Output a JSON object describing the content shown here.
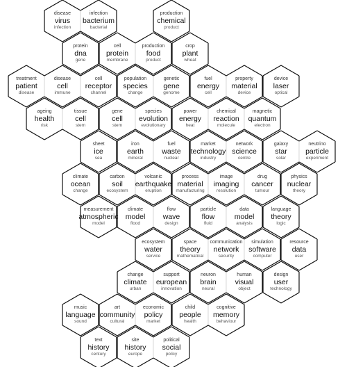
{
  "cells": [
    {
      "top": "disease",
      "main": "virus",
      "bot": "infection"
    },
    {
      "top": "infection",
      "main": "bacterium",
      "bot": "bacterial"
    },
    {
      "top": "production",
      "main": "chemical",
      "bot": "product"
    },
    {
      "top": "protein",
      "main": "dna",
      "bot": "gene"
    },
    {
      "top": "cell",
      "main": "protein",
      "bot": "membrane"
    },
    {
      "top": "production",
      "main": "food",
      "bot": "product"
    },
    {
      "top": "crop",
      "main": "plant",
      "bot": "wheat"
    },
    {
      "top": "treatment",
      "main": "patient",
      "bot": "disease"
    },
    {
      "top": "disease",
      "main": "cell",
      "bot": "immune"
    },
    {
      "top": "cell",
      "main": "receptor",
      "bot": "channel"
    },
    {
      "top": "population",
      "main": "species",
      "bot": "change"
    },
    {
      "top": "genetic",
      "main": "gene",
      "bot": "genome"
    },
    {
      "top": "fuel",
      "main": "energy",
      "bot": "cell"
    },
    {
      "top": "property",
      "main": "material",
      "bot": "device"
    },
    {
      "top": "device",
      "main": "laser",
      "bot": "optical"
    },
    {
      "top": "ageing",
      "main": "health",
      "bot": "risk"
    },
    {
      "top": "tissue",
      "main": "cell",
      "bot": "stem"
    },
    {
      "top": "gene",
      "main": "cell",
      "bot": "stem"
    },
    {
      "top": "species",
      "main": "evolution",
      "bot": "evolutionary"
    },
    {
      "top": "power",
      "main": "energy",
      "bot": "heat"
    },
    {
      "top": "chemical",
      "main": "reaction",
      "bot": "molecule"
    },
    {
      "top": "magnetic",
      "main": "quantum",
      "bot": "electron"
    },
    {
      "top": "sheet",
      "main": "ice",
      "bot": "sea"
    },
    {
      "top": "iron",
      "main": "earth",
      "bot": "mineral"
    },
    {
      "top": "fuel",
      "main": "waste",
      "bot": "nuclear"
    },
    {
      "top": "market",
      "main": "technology",
      "bot": "industry"
    },
    {
      "top": "network",
      "main": "science",
      "bot": "centre"
    },
    {
      "top": "galaxy",
      "main": "star",
      "bot": "solar"
    },
    {
      "top": "neutrino",
      "main": "particle",
      "bot": "experiment"
    },
    {
      "top": "climate",
      "main": "ocean",
      "bot": "change"
    },
    {
      "top": "carbon",
      "main": "soil",
      "bot": "ecosystem"
    },
    {
      "top": "volcanic",
      "main": "earthquake",
      "bot": "eruption"
    },
    {
      "top": "process",
      "main": "material",
      "bot": "manufacturing"
    },
    {
      "top": "image",
      "main": "imaging",
      "bot": "resolution"
    },
    {
      "top": "drug",
      "main": "cancer",
      "bot": "tumour"
    },
    {
      "top": "physics",
      "main": "nuclear",
      "bot": "theory"
    },
    {
      "top": "measurement",
      "main": "atmospheric",
      "bot": "model"
    },
    {
      "top": "climate",
      "main": "model",
      "bot": "flood"
    },
    {
      "top": "flow",
      "main": "wave",
      "bot": "design"
    },
    {
      "top": "particle",
      "main": "flow",
      "bot": "fluid"
    },
    {
      "top": "data",
      "main": "model",
      "bot": "analysis"
    },
    {
      "top": "language",
      "main": "theory",
      "bot": "logic"
    },
    {
      "top": "ecosystem",
      "main": "water",
      "bot": "service"
    },
    {
      "top": "space",
      "main": "theory",
      "bot": "mathematical"
    },
    {
      "top": "communication",
      "main": "network",
      "bot": "security"
    },
    {
      "top": "simulation",
      "main": "software",
      "bot": "computer"
    },
    {
      "top": "resource",
      "main": "data",
      "bot": "user"
    },
    {
      "top": "change",
      "main": "climate",
      "bot": "urban"
    },
    {
      "top": "support",
      "main": "european",
      "bot": "innovation"
    },
    {
      "top": "neuron",
      "main": "brain",
      "bot": "neural"
    },
    {
      "top": "human",
      "main": "visual",
      "bot": "object"
    },
    {
      "top": "design",
      "main": "user",
      "bot": "technology"
    },
    {
      "top": "music",
      "main": "language",
      "bot": "sound"
    },
    {
      "top": "art",
      "main": "community",
      "bot": "cultural"
    },
    {
      "top": "economic",
      "main": "policy",
      "bot": "market"
    },
    {
      "top": "child",
      "main": "people",
      "bot": "health"
    },
    {
      "top": "cognitive",
      "main": "memory",
      "bot": "behaviour"
    },
    {
      "top": "text",
      "main": "history",
      "bot": "century"
    },
    {
      "top": "site",
      "main": "history",
      "bot": "europe"
    },
    {
      "top": "political",
      "main": "social",
      "bot": "policy"
    }
  ]
}
